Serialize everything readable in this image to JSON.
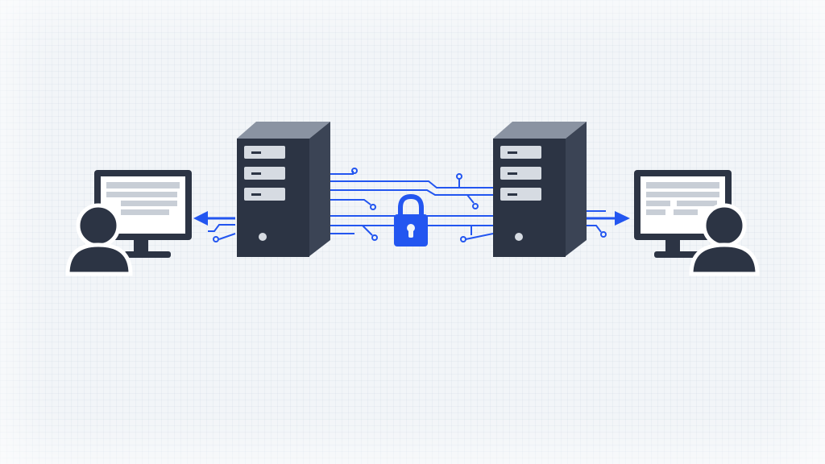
{
  "colors": {
    "background": "#f2f5f8",
    "grid": "#dfe5ec",
    "device_dark": "#2c3444",
    "device_side": "#3b4455",
    "drive_bay": "#d6dbe2",
    "screen_content": "#c8ced6",
    "accent_blue": "#2356f0"
  },
  "diagram": {
    "nodes": [
      {
        "id": "user-left",
        "icon": "user-at-computer-icon"
      },
      {
        "id": "server-left",
        "icon": "server-tower-icon"
      },
      {
        "id": "secure-link",
        "icon": "padlock-icon"
      },
      {
        "id": "server-right",
        "icon": "server-tower-icon"
      },
      {
        "id": "user-right",
        "icon": "user-at-computer-icon"
      }
    ],
    "edges": [
      {
        "from": "server-left",
        "to": "user-left",
        "style": "arrow"
      },
      {
        "from": "server-left",
        "to": "server-right",
        "style": "circuit-traces",
        "secured": true
      },
      {
        "from": "server-right",
        "to": "user-right",
        "style": "arrow"
      }
    ]
  }
}
